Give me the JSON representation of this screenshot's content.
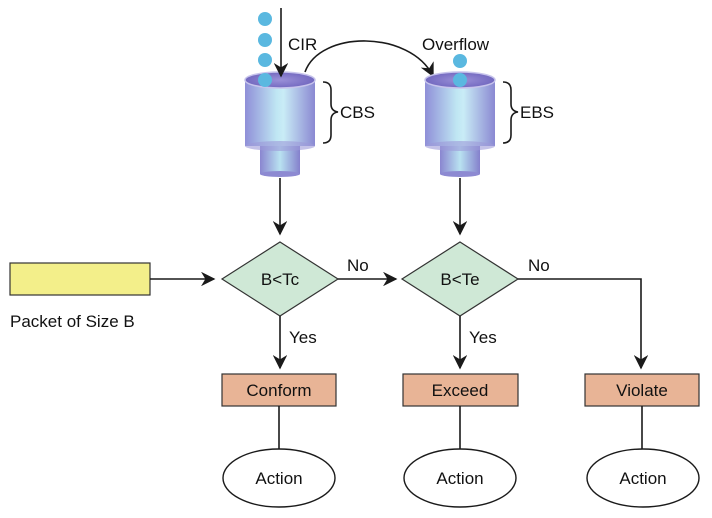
{
  "labels": {
    "cir": "CIR",
    "overflow": "Overflow",
    "cbs": "CBS",
    "ebs": "EBS",
    "packet": "Packet of Size B"
  },
  "decisions": {
    "committed": "B<Tc",
    "excess": "B<Te"
  },
  "branches": {
    "no_1": "No",
    "no_2": "No",
    "yes_1": "Yes",
    "yes_2": "Yes"
  },
  "results": {
    "conform": "Conform",
    "exceed": "Exceed",
    "violate": "Violate"
  },
  "actions": {
    "a1": "Action",
    "a2": "Action",
    "a3": "Action"
  },
  "colors": {
    "token": "#5ab8e0",
    "packet_fill": "#f3ef8a",
    "packet_stroke": "#333333",
    "decision_fill": "#cfe8d6",
    "decision_stroke": "#333333",
    "result_fill": "#e8b496",
    "result_stroke": "#333333",
    "bucket_body": "#b3b8ea",
    "bucket_top": "#7a72c8"
  }
}
